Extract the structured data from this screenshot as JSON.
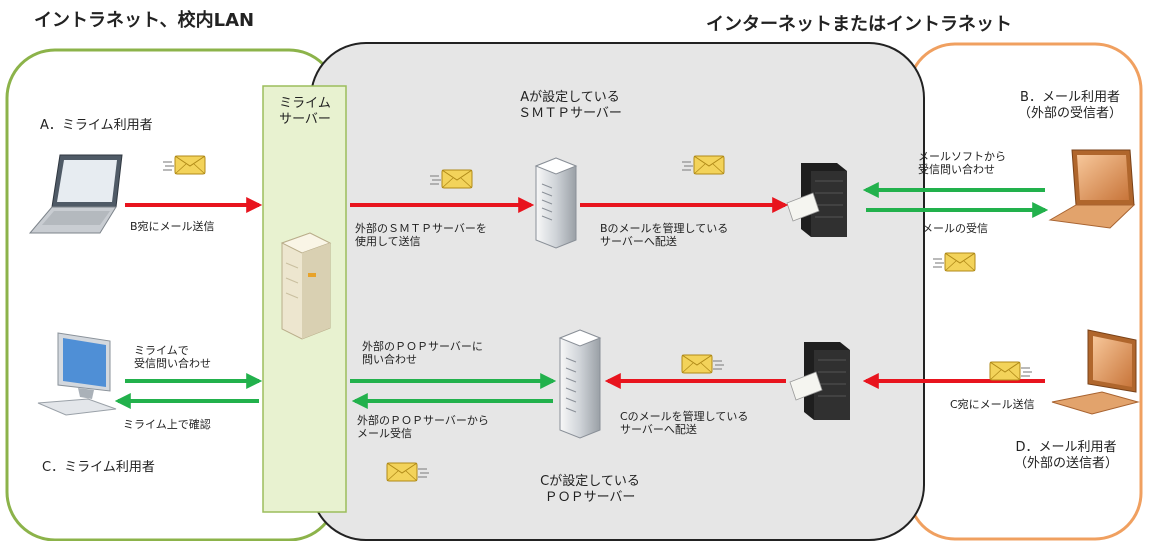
{
  "zones": {
    "intranet_title": "イントラネット、校内LAN",
    "internet_title": "インターネットまたはイントラネット"
  },
  "mirime_server": {
    "line1": "ミライム",
    "line2": "サーバー"
  },
  "smtp_server": {
    "line1": "Aが設定している",
    "line2": "ＳＭＴＰサーバー"
  },
  "pop_server": {
    "line1": "Cが設定している",
    "line2": "ＰＯＰサーバー"
  },
  "users": {
    "a": "A．ミライム利用者",
    "c": "C．ミライム利用者",
    "b_line1": "B．メール利用者",
    "b_line2": "（外部の受信者）",
    "d_line1": "D．メール利用者",
    "d_line2": "（外部の送信者）"
  },
  "labels": {
    "send_to_b": "B宛にメール送信",
    "ext_smtp_line1": "外部のＳＭＴＰサーバーを",
    "ext_smtp_line2": "使用して送信",
    "deliver_b_line1": "Bのメールを管理している",
    "deliver_b_line2": "サーバーへ配送",
    "mailsoft_line1": "メールソフトから",
    "mailsoft_line2": "受信問い合わせ",
    "receive_mail": "メールの受信",
    "mirime_query_line1": "ミライムで",
    "mirime_query_line2": "受信問い合わせ",
    "mirime_confirm": "ミライム上で確認",
    "ext_pop_query_line1": "外部のＰＯＰサーバーに",
    "ext_pop_query_line2": "問い合わせ",
    "ext_pop_recv_line1": "外部のＰＯＰサーバーから",
    "ext_pop_recv_line2": "メール受信",
    "deliver_c_line1": "Cのメールを管理している",
    "deliver_c_line2": "サーバーへ配送",
    "send_to_c": "C宛にメール送信"
  },
  "colors": {
    "intranet_border": "#8cb34a",
    "internet_border": "#f0a060",
    "center_fill": "#e6e6e6",
    "mirime_panel": "#e8f2d0",
    "red_arrow": "#e8141e",
    "green_arrow": "#22b14c",
    "envelope": "#f3d35a"
  },
  "icons": [
    "laptop-icon",
    "desktop-icon",
    "server-icon",
    "mail-icon",
    "mail-server-icon"
  ]
}
